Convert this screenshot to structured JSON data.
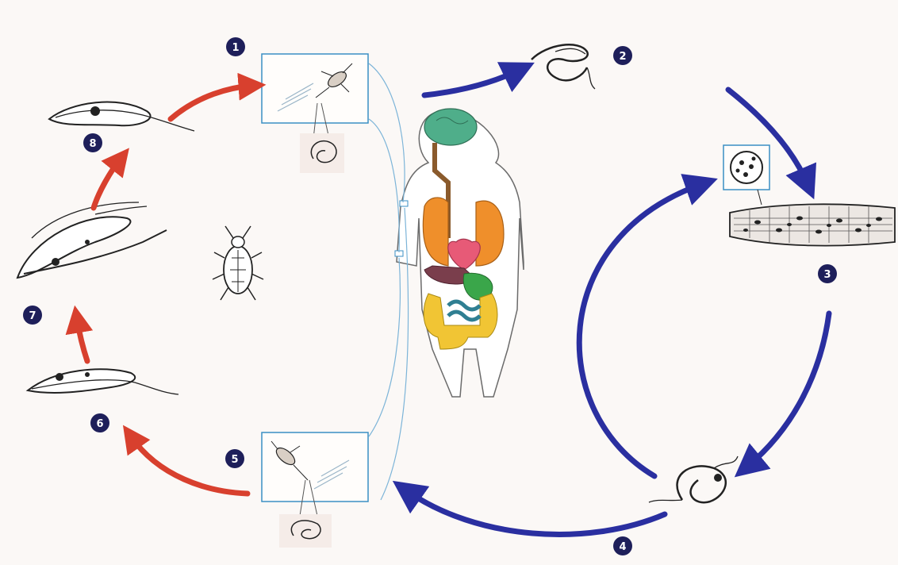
{
  "diagram": {
    "steps": [
      {
        "id": "1",
        "label": "1"
      },
      {
        "id": "2",
        "label": "2"
      },
      {
        "id": "3",
        "label": "3"
      },
      {
        "id": "4",
        "label": "4"
      },
      {
        "id": "5",
        "label": "5"
      },
      {
        "id": "6",
        "label": "6"
      },
      {
        "id": "7",
        "label": "7"
      },
      {
        "id": "8",
        "label": "8"
      }
    ],
    "colors": {
      "human_cycle_arrow": "#2a2fa0",
      "vector_cycle_arrow": "#d8402e",
      "step_badge": "#1e1f5a",
      "inset_border": "#3a8fc4",
      "connector_line": "#7cb4d8",
      "brain": "#4fae8a",
      "lungs": "#ef8f2b",
      "heart": "#e75a77",
      "liver": "#7a3e4c",
      "stomach": "#3aa64a",
      "colon": "#f1c534",
      "small_intestine": "#5bb6c9"
    },
    "icons": [
      "triatomine-bug-icon",
      "human-body-icon",
      "trypomastigote-icon",
      "amastigote-icon",
      "epimastigote-icon",
      "muscle-tissue-icon"
    ]
  }
}
